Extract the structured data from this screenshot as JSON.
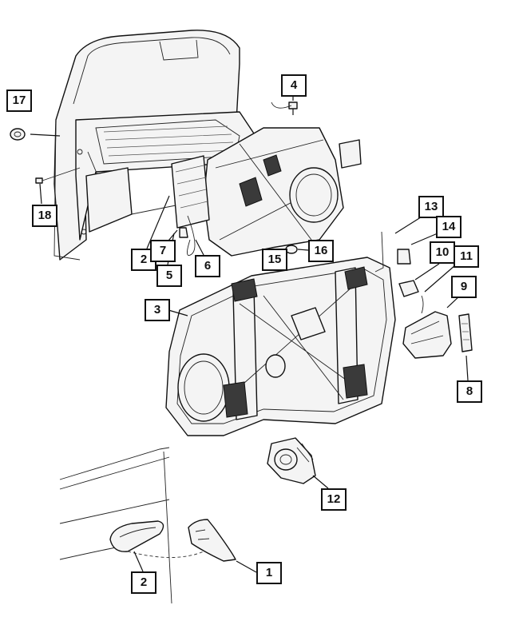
{
  "callouts": [
    {
      "id": "callout-17",
      "label": "17"
    },
    {
      "id": "callout-4",
      "label": "4"
    },
    {
      "id": "callout-18",
      "label": "18"
    },
    {
      "id": "callout-13",
      "label": "13"
    },
    {
      "id": "callout-14",
      "label": "14"
    },
    {
      "id": "callout-2-upper",
      "label": "2"
    },
    {
      "id": "callout-7",
      "label": "7"
    },
    {
      "id": "callout-5",
      "label": "5"
    },
    {
      "id": "callout-6",
      "label": "6"
    },
    {
      "id": "callout-15",
      "label": "15"
    },
    {
      "id": "callout-16",
      "label": "16"
    },
    {
      "id": "callout-10",
      "label": "10"
    },
    {
      "id": "callout-11",
      "label": "11"
    },
    {
      "id": "callout-9",
      "label": "9"
    },
    {
      "id": "callout-3",
      "label": "3"
    },
    {
      "id": "callout-8",
      "label": "8"
    },
    {
      "id": "callout-12",
      "label": "12"
    },
    {
      "id": "callout-1",
      "label": "1"
    },
    {
      "id": "callout-2-lower",
      "label": "2"
    }
  ]
}
